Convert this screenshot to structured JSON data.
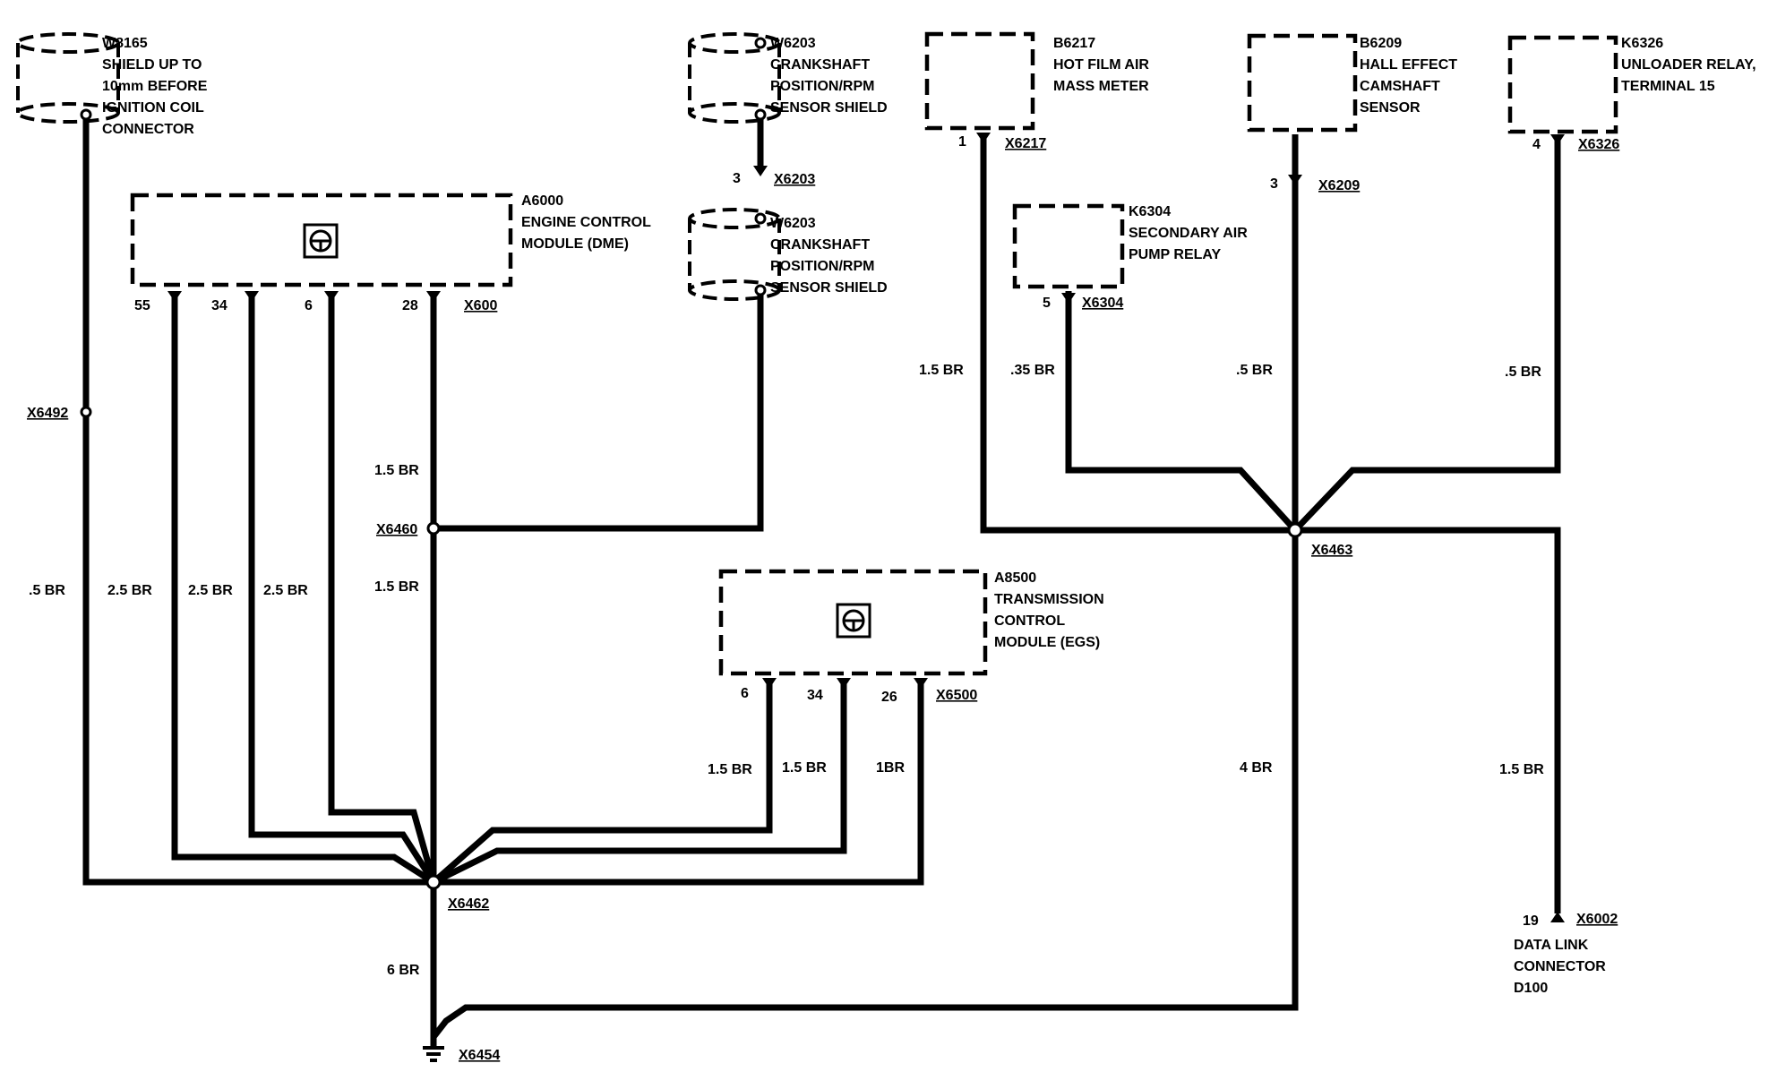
{
  "components": {
    "w8165": {
      "id": "W8165",
      "lines": [
        "SHIELD UP TO",
        "10mm BEFORE",
        "IGNITION COIL",
        "CONNECTOR"
      ]
    },
    "w6203_top": {
      "id": "W6203",
      "lines": [
        "CRANKSHAFT",
        "POSITION/RPM",
        "SENSOR SHIELD"
      ]
    },
    "w6203_bottom": {
      "id": "W6203",
      "lines": [
        "CRANKSHAFT",
        "POSITION/RPM",
        "SENSOR SHIELD"
      ]
    },
    "b6217": {
      "id": "B6217",
      "lines": [
        "HOT FILM AIR",
        "MASS METER"
      ]
    },
    "b6209": {
      "id": "B6209",
      "lines": [
        "HALL EFFECT",
        "CAMSHAFT",
        "SENSOR"
      ]
    },
    "k6326": {
      "id": "K6326",
      "lines": [
        "UNLOADER RELAY,",
        "TERMINAL 15"
      ]
    },
    "k6304": {
      "id": "K6304",
      "lines": [
        "SECONDARY AIR",
        "PUMP RELAY"
      ]
    },
    "a6000": {
      "id": "A6000",
      "lines": [
        "ENGINE CONTROL",
        "MODULE (DME)"
      ]
    },
    "a8500": {
      "id": "A8500",
      "lines": [
        "TRANSMISSION",
        "CONTROL",
        "MODULE (EGS)"
      ]
    },
    "data_link": {
      "lines": [
        "DATA LINK",
        "CONNECTOR",
        "D100"
      ]
    }
  },
  "connectors": {
    "x6203": "X6203",
    "x600": "X600",
    "x6217": "X6217",
    "x6209": "X6209",
    "x6326": "X6326",
    "x6304": "X6304",
    "x6500": "X6500",
    "x6002": "X6002"
  },
  "pins": {
    "x6203": "3",
    "a6000": [
      "55",
      "34",
      "6",
      "28"
    ],
    "x6217": "1",
    "x6209": "3",
    "x6326": "4",
    "x6304": "5",
    "a8500": [
      "6",
      "34",
      "26"
    ],
    "x6002": "19"
  },
  "splices": {
    "x6492": "X6492",
    "x6460": "X6460",
    "x6463": "X6463",
    "x6462": "X6462",
    "x6454": "X6454"
  },
  "wire_labels": {
    "w8165": ".5 BR",
    "dme55": "2.5 BR",
    "dme34": "2.5 BR",
    "dme6": "2.5 BR",
    "dme28_upper": "1.5 BR",
    "dme28_lower": "1.5 BR",
    "egs6": "1.5 BR",
    "egs34": "1.5 BR",
    "egs26": "1BR",
    "b6217": "1.5 BR",
    "k6304": ".35 BR",
    "b6209": ".5 BR",
    "k6326": ".5 BR",
    "x6463_down": "4 BR",
    "x6002": "1.5 BR",
    "ground": "6 BR"
  }
}
